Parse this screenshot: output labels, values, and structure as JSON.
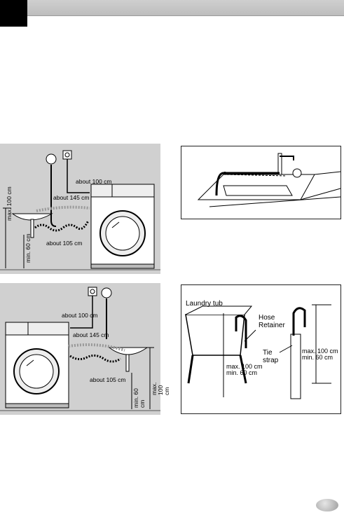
{
  "figures": {
    "sink_installation": {
      "labels": {
        "approx_100cm": "about 100 cm",
        "approx_145cm": "about 145 cm",
        "approx_105cm": "about 105 cm",
        "max_100cm": "max. 100 cm",
        "min_60cm": "min. 60 cm"
      }
    },
    "sink_installation_right": {
      "labels": {
        "approx_100cm": "about 100 cm",
        "approx_145cm": "about 145 cm",
        "approx_105cm": "about 105 cm",
        "min_60cm": "min. 60 cm",
        "max_100cm": "max. 100 cm"
      }
    },
    "laundry_tub": {
      "labels": {
        "laundry_tub": "Laundry tub",
        "hose_retainer": "Hose\nRetainer",
        "tie_strap": "Tie\nstrap",
        "max_min_left": "max. 100 cm\nmin. 60 cm",
        "max_min_right": "max. 100 cm\nmin. 60 cm"
      }
    }
  }
}
